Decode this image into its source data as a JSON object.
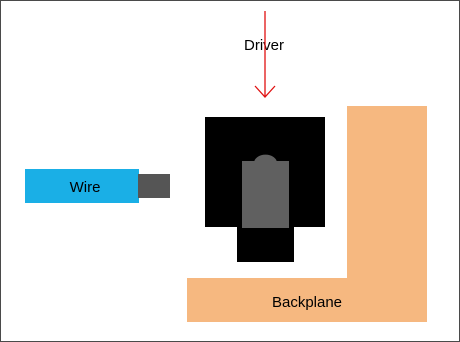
{
  "labels": {
    "driver": "Driver",
    "wire": "Wire",
    "backplane": "Backplane"
  },
  "colors": {
    "wire": "#1AAFE6",
    "wire_tip": "#555555",
    "connector_body": "#000000",
    "connector_insert": "#606060",
    "backplane": "#F6B880",
    "driver_arrow": "#E01010",
    "frame": "#4A4A4A"
  }
}
